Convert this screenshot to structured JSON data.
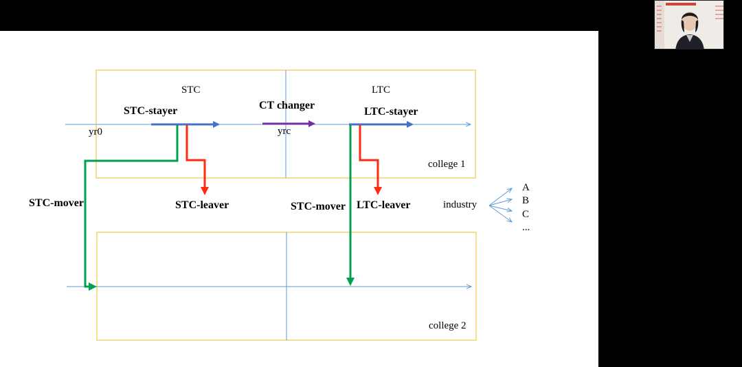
{
  "slide": {
    "header_left": "STC",
    "header_right": "LTC",
    "labels": {
      "stc_stayer": "STC-stayer",
      "ct_changer": "CT changer",
      "ltc_stayer": "LTC-stayer",
      "yr0": "yr0",
      "yrc": "yrc",
      "college1": "college 1",
      "stc_mover_left": "STC-mover",
      "stc_leaver": "STC-leaver",
      "stc_mover_mid": "STC-mover",
      "ltc_leaver": "LTC-leaver",
      "industry": "industry",
      "college2": "college 2"
    },
    "industry_options": [
      "A",
      "B",
      "C",
      "..."
    ]
  },
  "colors": {
    "box_border": "#f2d36b",
    "timeline": "#5b9bd5",
    "stayer": "#4472c4",
    "changer": "#7030a0",
    "leaver": "#ff2a10",
    "mover": "#00a050"
  }
}
